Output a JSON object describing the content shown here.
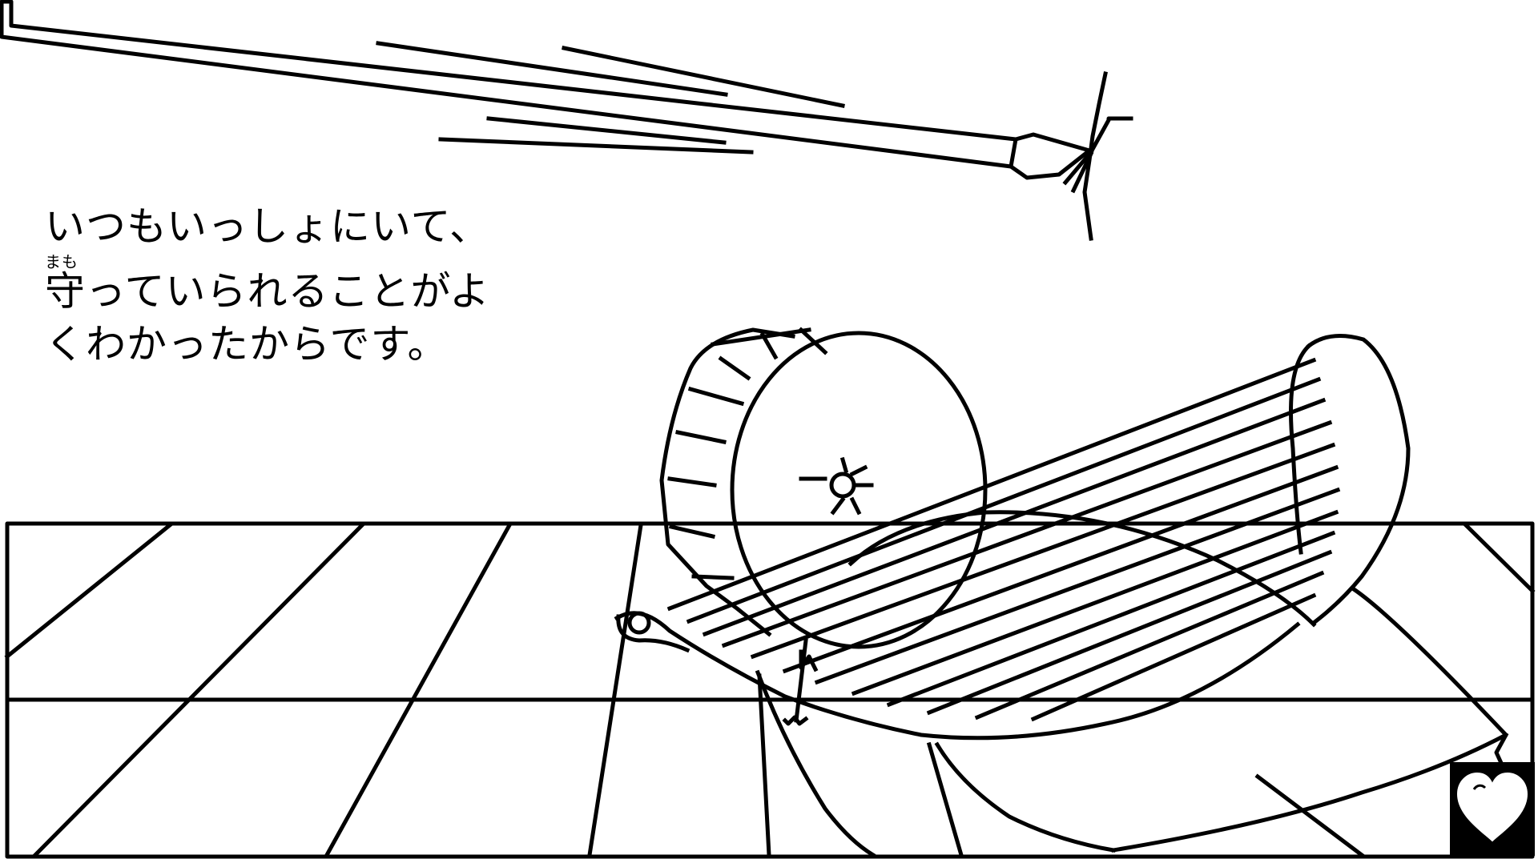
{
  "dialogue": {
    "line1": "いつもいっしょにいて、",
    "line2_kanji": "守",
    "line2_ruby": "まも",
    "line2_rest": "っていられることがよ",
    "line3": "くわかったからです。"
  },
  "colors": {
    "ink": "#000000",
    "paper": "#ffffff"
  },
  "icons": {
    "menu": "heart-icon"
  }
}
